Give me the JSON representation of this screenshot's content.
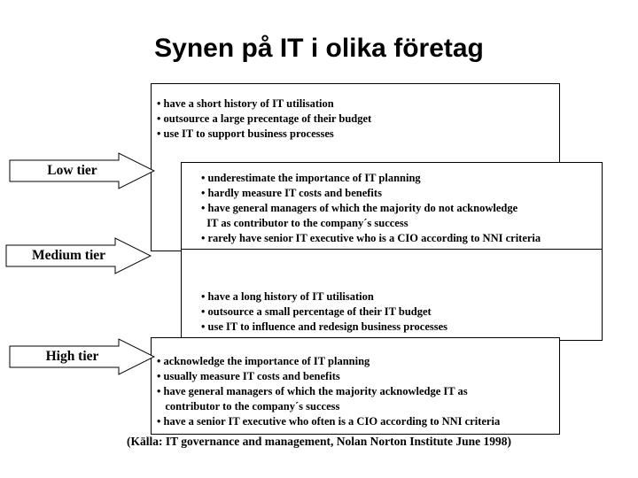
{
  "slide": {
    "title": "Synen på IT i olika företag",
    "source_note": "(Källa: IT governance and management, Nolan Norton Institute June 1998)"
  },
  "arrows": [
    {
      "label": "Low tier"
    },
    {
      "label": "Medium tier"
    },
    {
      "label": "High tier"
    }
  ],
  "boxes": {
    "low": {
      "lines": [
        "• have a short history of IT utilisation",
        "• outsource a large precentage of their budget",
        "• use IT to support business processes"
      ]
    },
    "medium": {
      "lines": [
        "• underestimate the importance of IT planning",
        "• hardly measure IT costs and benefits",
        "• have general managers of which the majority do not acknowledge",
        "  IT as contributor to the company´s success",
        "• rarely have senior IT executive who is a CIO according to NNI criteria"
      ]
    },
    "high_a": {
      "lines": [
        "• have a long history of IT utilisation",
        "• outsource a small percentage of their IT budget",
        "• use IT to influence and redesign business processes"
      ]
    },
    "high_b": {
      "lines": [
        "• acknowledge the importance of IT planning",
        "• usually measure IT costs and benefits",
        "• have general managers of which the majority acknowledge IT as",
        "   contributor to the company´s success",
        "• have a senior IT executive who often is a CIO according to NNI criteria"
      ]
    }
  }
}
